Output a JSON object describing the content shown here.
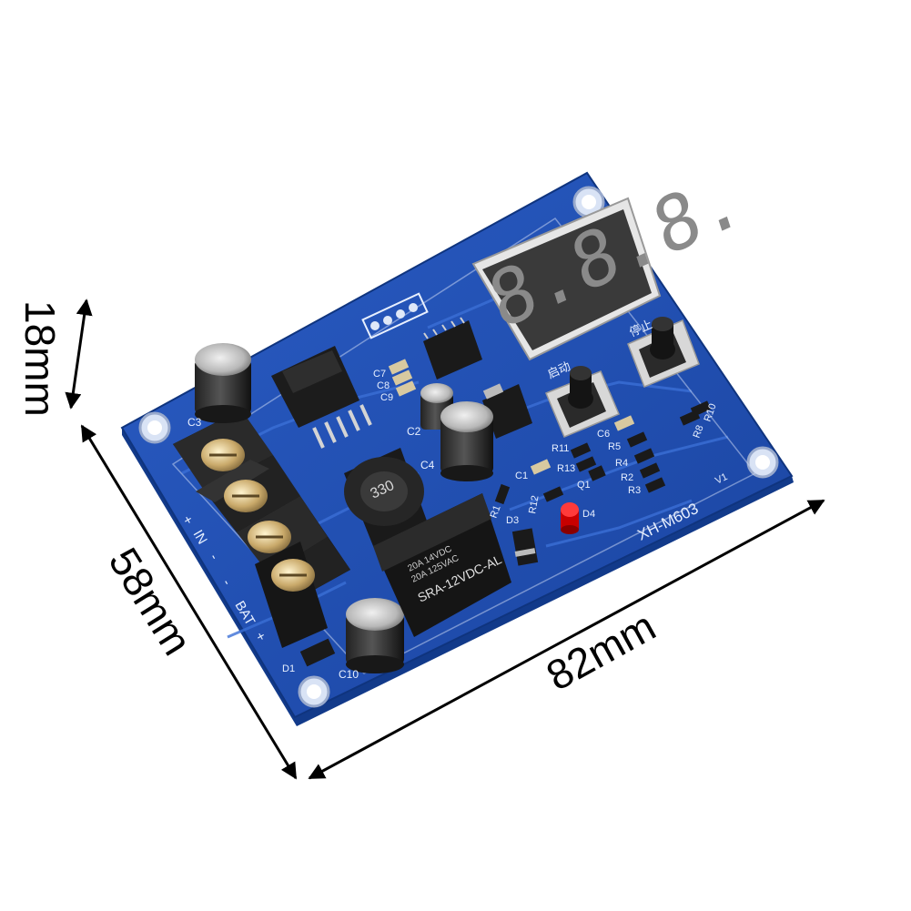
{
  "dimensions": {
    "height": "18mm",
    "width": "58mm",
    "length": "82mm"
  },
  "board": {
    "model": "XH-M603",
    "version": "V1",
    "colors": {
      "pcb": "#1f4fb0",
      "pcb_edge": "#123a8a",
      "silkscreen": "#e8f0ff",
      "terminal_block": "#1a1a1a",
      "led_display": "#3a3a3a",
      "led_red": "#e01010"
    },
    "terminal_labels": {
      "in_plus": "+",
      "in": "IN",
      "in_minus": "-",
      "bat_minus": "-",
      "bat": "BAT",
      "bat_plus": "+"
    },
    "relay": {
      "line1": "20A 14VDC",
      "line2": "20A 125VAC",
      "model": "SRA-12VDC-AL"
    },
    "inductor_marking": "330",
    "display_digits": "8.8.8.",
    "buttons": {
      "start_label": "启动",
      "stop_label": "停止"
    },
    "component_labels": {
      "c3": "C3",
      "c4": "C4",
      "c2": "C2",
      "c7": "C7",
      "c8": "C8",
      "c9": "C9",
      "c1": "C1",
      "c6": "C6",
      "c10": "C10",
      "d1": "D1",
      "d3": "D3",
      "d4": "D4",
      "r1": "R1",
      "r2": "R2",
      "r3": "R3",
      "r4": "R4",
      "r5": "R5",
      "r8": "R8",
      "r10": "R10",
      "r11": "R11",
      "r12": "R12",
      "r13": "R13",
      "q1": "Q1"
    }
  }
}
